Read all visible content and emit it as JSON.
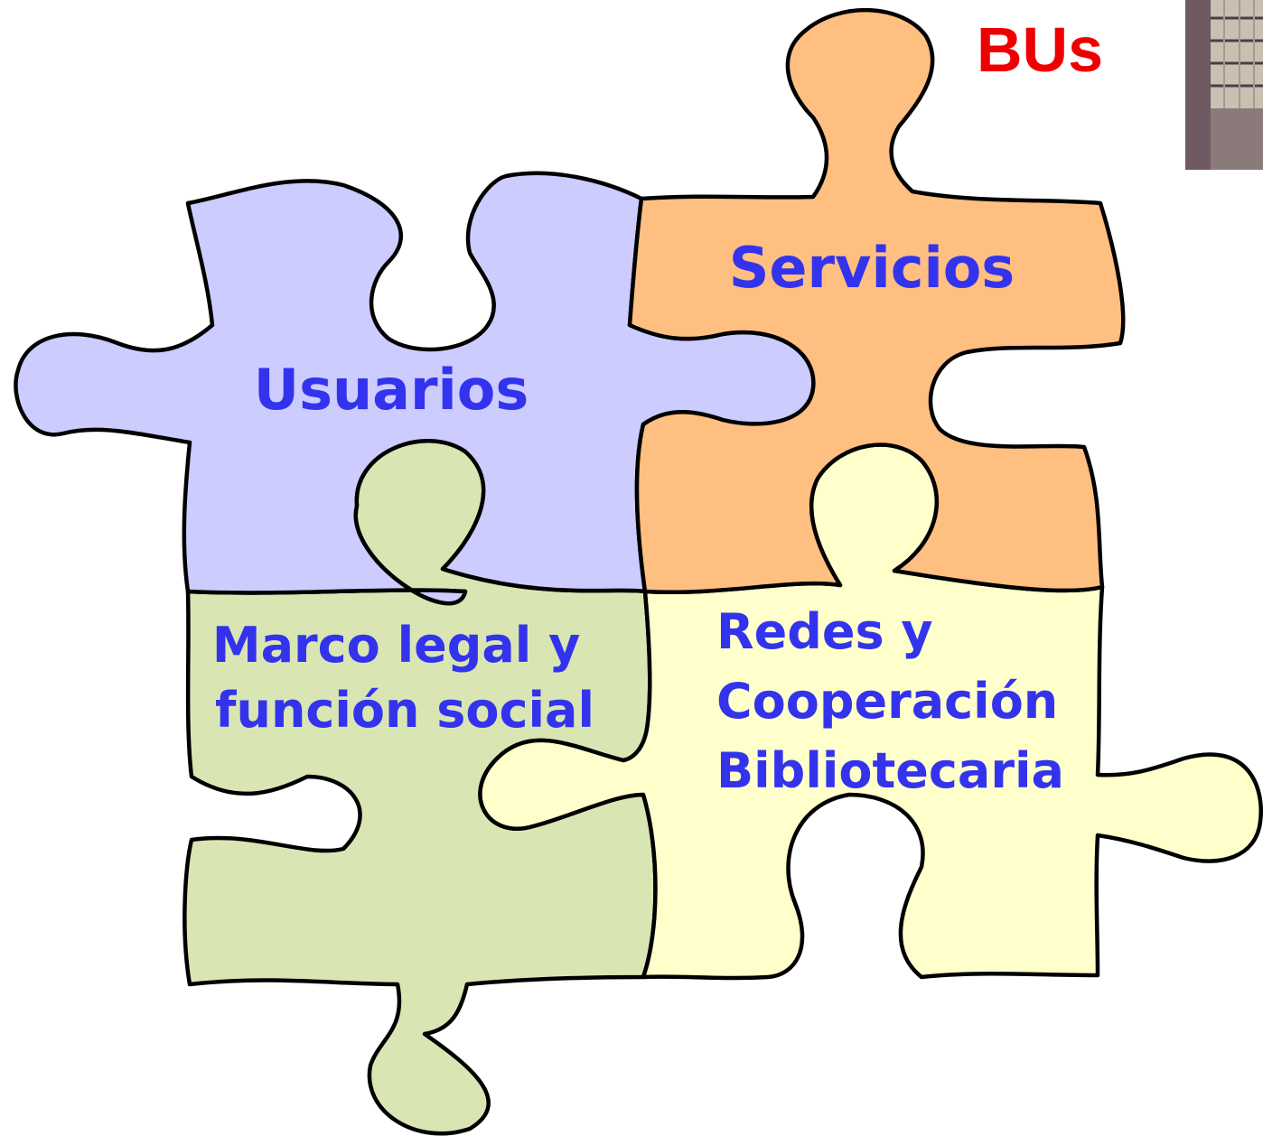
{
  "title": "BUs",
  "pieces": {
    "usuarios": {
      "label": "Usuarios",
      "color": "#ccccff"
    },
    "servicios": {
      "label": "Servicios",
      "color": "#ffbf80"
    },
    "marco": {
      "lines": [
        "Marco legal y",
        "función social"
      ],
      "color": "#d9e6b3"
    },
    "redes": {
      "lines": [
        "Redes y",
        "Cooperación",
        "Bibliotecaria"
      ],
      "color": "#ffffcc"
    }
  },
  "colors": {
    "label_text": "#3333ee",
    "title_text": "#ee0000"
  },
  "photo": {
    "icon": "library-bookshelf-photo",
    "colors": [
      "#6e5a60",
      "#4a3f45",
      "#c9c0b2",
      "#8a7a7a"
    ]
  }
}
